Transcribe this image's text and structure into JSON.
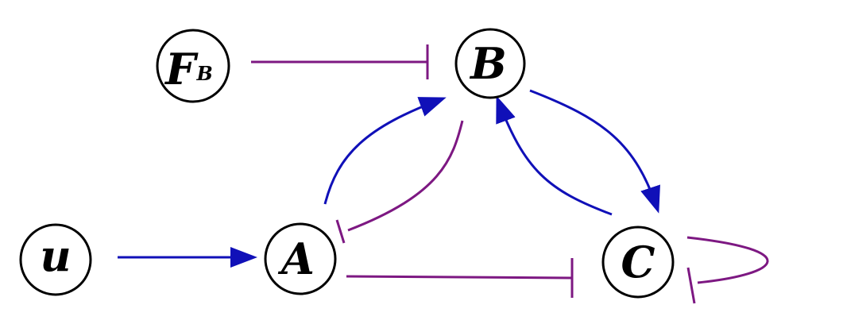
{
  "colors": {
    "activation": "#1010b8",
    "inhibition": "#7d1882",
    "node_stroke": "#000000"
  },
  "nodes": {
    "fb": {
      "label": "F",
      "subscript": "B"
    },
    "b": {
      "label": "B"
    },
    "a": {
      "label": "A"
    },
    "c": {
      "label": "C"
    },
    "u": {
      "label": "u"
    }
  },
  "edges": [
    {
      "from": "FB",
      "to": "B",
      "type": "inhibition"
    },
    {
      "from": "A",
      "to": "B",
      "type": "activation"
    },
    {
      "from": "B",
      "to": "A",
      "type": "inhibition"
    },
    {
      "from": "B",
      "to": "C",
      "type": "activation"
    },
    {
      "from": "C",
      "to": "B",
      "type": "activation"
    },
    {
      "from": "u",
      "to": "A",
      "type": "activation"
    },
    {
      "from": "A",
      "to": "C",
      "type": "inhibition"
    },
    {
      "from": "C",
      "to": "C",
      "type": "inhibition"
    }
  ]
}
